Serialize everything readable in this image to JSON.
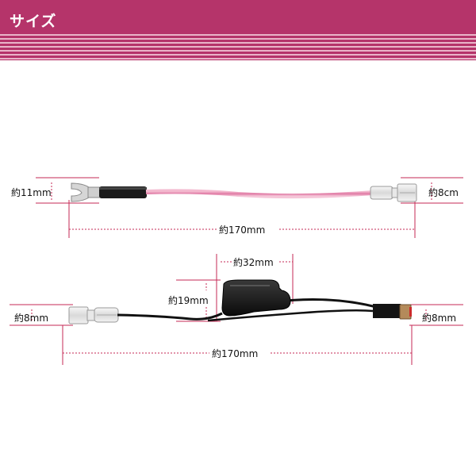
{
  "header": {
    "title": "サイズ"
  },
  "colors": {
    "banner": "#b5346a",
    "stripe_light": "#e9b5c8",
    "dimension_line": "#c62a55",
    "red_wire": "#e58ab0"
  },
  "top_cable": {
    "label_left": "約11mm",
    "label_right": "約8cm",
    "label_length": "約170mm"
  },
  "bottom_cable": {
    "label_left": "約8mm",
    "label_holder_width": "約32mm",
    "label_holder_height": "約19mm",
    "label_right": "約8mm",
    "label_length": "約170mm"
  }
}
